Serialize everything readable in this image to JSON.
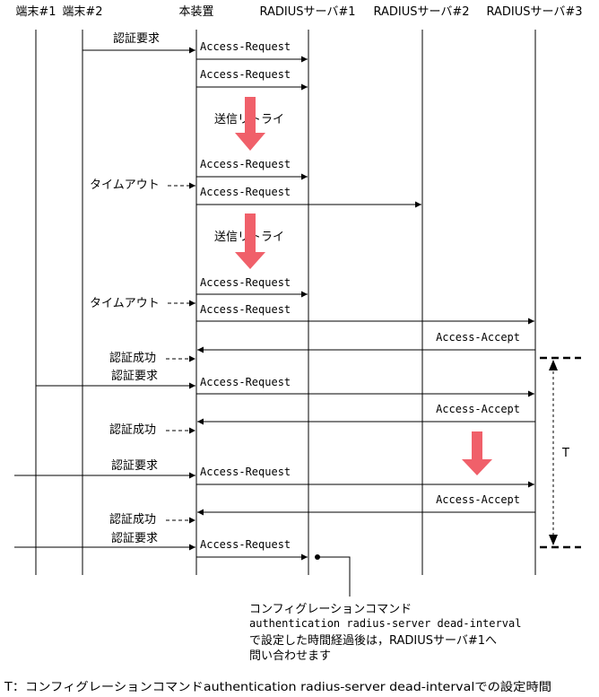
{
  "colors": {
    "line": "#000000",
    "accent_arrow": "#f0606a"
  },
  "lifelines": {
    "terminal1": "端末#1",
    "terminal2": "端末#2",
    "device": "本装置",
    "radius1": "RADIUSサーバ#1",
    "radius2": "RADIUSサーバ#2",
    "radius3": "RADIUSサーバ#3"
  },
  "messages": {
    "auth_request": "認証要求",
    "access_request": "Access-Request",
    "access_accept": "Access-Accept",
    "auth_success": "認証成功",
    "timeout": "タイムアウト",
    "send_retry": "送信リトライ"
  },
  "callout": {
    "line1": "コンフィグレーションコマンド",
    "line2": "authentication radius-server dead-interval",
    "line3": "で設定した時間経過後は，RADIUSサーバ#1へ",
    "line4": "問い合わせます"
  },
  "interval_label": "T",
  "footnote": "T：コンフィグレーションコマンドauthentication radius-server dead-intervalでの設定時間"
}
